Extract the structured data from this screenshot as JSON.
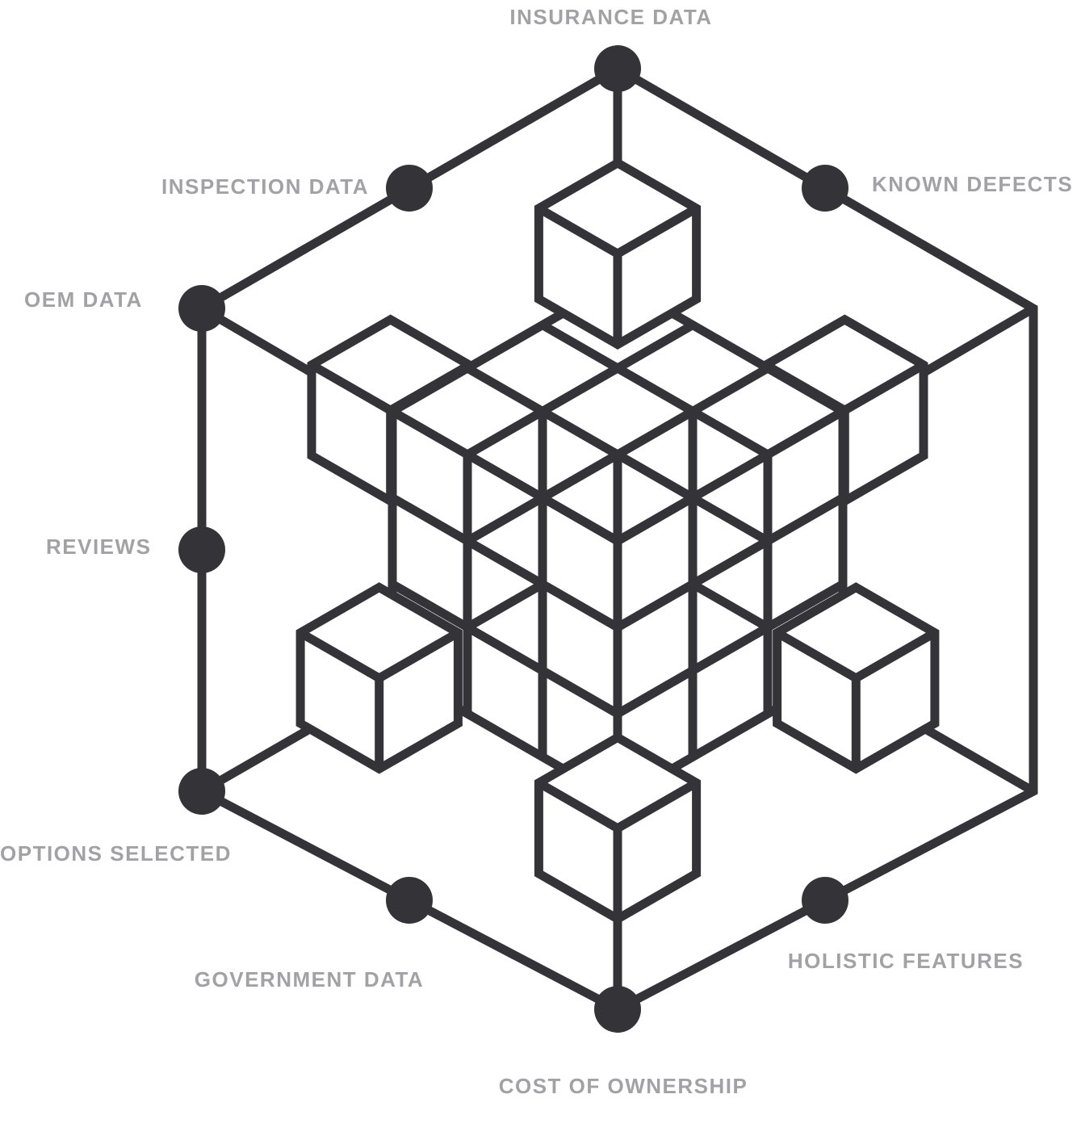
{
  "diagram": {
    "description": "Isometric exploded data cube connected to nine data-source nodes",
    "ink_color": "#343438",
    "label_color": "#a2a1a5",
    "background_color": "#ffffff",
    "nodes": [
      {
        "id": "insurance-data",
        "label": "INSURANCE DATA"
      },
      {
        "id": "inspection-data",
        "label": "INSPECTION DATA"
      },
      {
        "id": "known-defects",
        "label": "KNOWN DEFECTS"
      },
      {
        "id": "oem-data",
        "label": "OEM DATA"
      },
      {
        "id": "reviews",
        "label": "REVIEWS"
      },
      {
        "id": "options-selected",
        "label": "OPTIONS SELECTED"
      },
      {
        "id": "government-data",
        "label": "GOVERNMENT DATA"
      },
      {
        "id": "cost-of-ownership",
        "label": "COST OF OWNERSHIP"
      },
      {
        "id": "holistic-features",
        "label": "HOLISTIC FEATURES"
      }
    ]
  }
}
